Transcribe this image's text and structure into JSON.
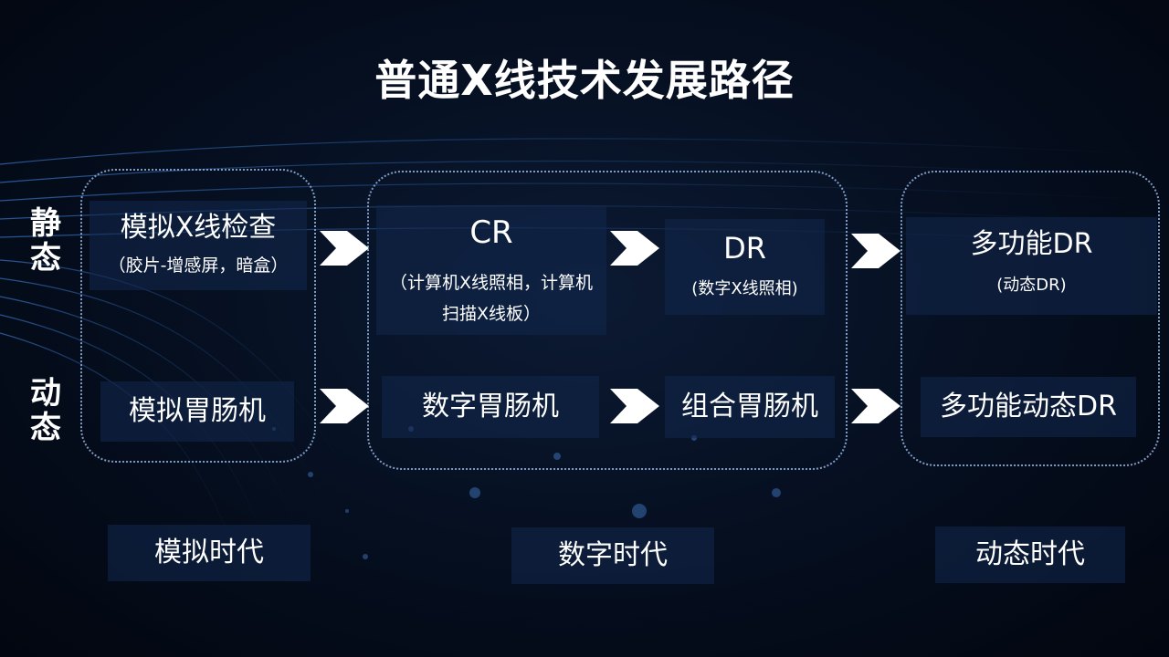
{
  "title": "普通X线技术发展路径",
  "rows": {
    "static_label": "静态",
    "dynamic_label": "动态"
  },
  "nodes": {
    "analog_static": {
      "main": "模拟X线检查",
      "sub": "（胶片-增感屏，暗盒）"
    },
    "cr": {
      "main": "CR",
      "sub": "（计算机X线照相，计算机扫描X线板）"
    },
    "dr": {
      "main": "DR",
      "sub": "(数字X线照相)"
    },
    "multi_dr": {
      "main": "多功能DR",
      "sub": "(动态DR)"
    },
    "analog_gi": {
      "main": "模拟胃肠机"
    },
    "digital_gi": {
      "main": "数字胃肠机"
    },
    "combo_gi": {
      "main": "组合胃肠机"
    },
    "multi_dynamic_dr": {
      "main": "多功能动态DR"
    }
  },
  "eras": {
    "analog": "模拟时代",
    "digital": "数字时代",
    "dynamic": "动态时代"
  },
  "colors": {
    "background": "#061022",
    "border_dotted": "#7f9cc4",
    "text": "#ffffff"
  }
}
